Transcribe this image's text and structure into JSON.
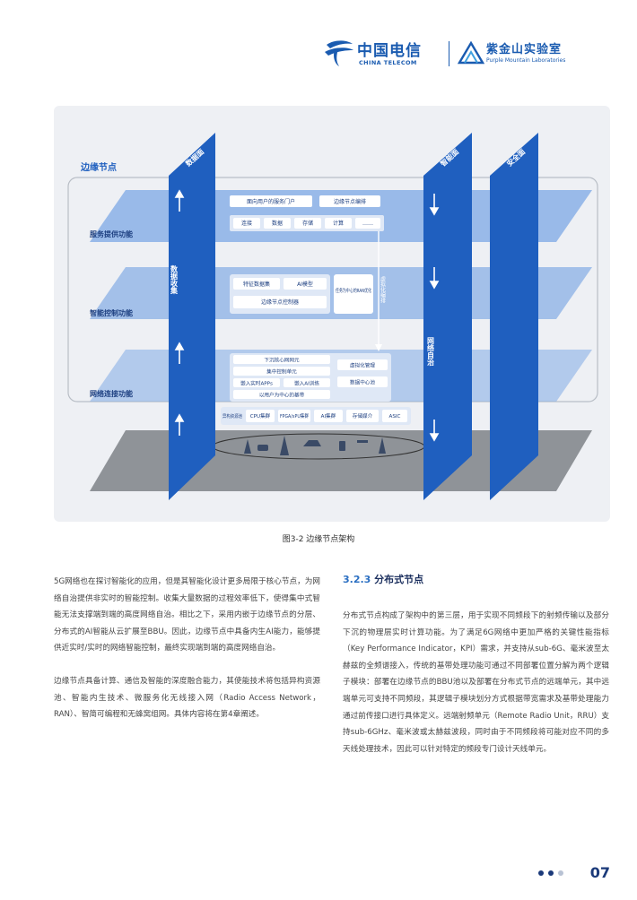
{
  "header": {
    "logo1_cn": "中国电信",
    "logo1_en": "CHINA TELECOM",
    "logo2_cn": "紫金山实验室",
    "logo2_en": "Purple Mountain Laboratories"
  },
  "figure": {
    "edge_node_label": "边缘节点",
    "layer_service": "服务提供功能",
    "layer_intel": "智能控制功能",
    "layer_network": "网络连接功能",
    "plane_data": "数据面",
    "plane_intel": "智能面",
    "plane_security": "安全面",
    "data_collect": "数据收集",
    "virt_orch": "虚拟化编排",
    "net_autonomy": "网络自治",
    "svc_portal": "面向用户的服务门户",
    "svc_orch": "边缘节点编排",
    "svc_items": [
      "连接",
      "数据",
      "存储",
      "计算",
      "……"
    ],
    "intel_feature_set": "特征数据集",
    "intel_ai_model": "AI模型",
    "intel_controller": "边缘节点控制器",
    "intel_ran": "任务为中心的RAN优化",
    "net_core_sink": "下沉核心网网元",
    "net_central_ctrl": "集中控制单元",
    "net_embed_app": "嵌入实时APPs",
    "net_embed_ai": "嵌入AI训练",
    "net_user_centric": "以用户为中心的基带",
    "net_virt_mgmt": "虚拟化管理",
    "net_dc_pool": "数据中心池",
    "hw_pool": "异构资源池",
    "hw_cpu": "CPU集群",
    "hw_fpga": "FPGA/xPU集群",
    "hw_ai": "AI集群",
    "hw_storage": "存储媒介",
    "hw_asic": "ASIC",
    "caption": "图3-2 边缘节点架构"
  },
  "body": {
    "left_p1": "5G网络也在探讨智能化的应用，但是其智能化设计更多局限于核心节点，为网络自治提供非实时的智能控制。收集大量数据的过程效率低下，使得集中式智能无法支撑端到端的高度网络自治。相比之下，采用内嵌于边缘节点的分层、分布式的AI智能从云扩展至BBU。因此，边缘节点中具备内生AI能力，能够提供近实时/实时的网络智能控制，最终实现端到端的高度网络自治。",
    "left_p2": "边缘节点具备计算、通信及智能的深度融合能力，其使能技术将包括异构资源池、智能内生技术、微服务化无线接入网（Radio Access Network，RAN）、智简可编程和无蜂窝组网。具体内容将在第4章阐述。",
    "sec_num": "3.2.3",
    "sec_title": "分布式节点",
    "right_p1": "分布式节点构成了架构中的第三层，用于实现不同频段下的射频传输以及部分下沉的物理层实时计算功能。为了满足6G网络中更加严格的关键性能指标（Key Performance Indicator，KPI）需求，并支持从sub-6G、毫米波至太赫兹的全频谱接入，传统的基带处理功能可通过不同部署位置分解为两个逻辑子模块：部署在边缘节点的BBU池以及部署在分布式节点的远端单元，其中远端单元可支持不同频段，其逻辑子模块划分方式根据带宽需求及基带处理能力通过前传接口进行具体定义。远端射频单元（Remote Radio Unit，RRU）支持sub-6GHz、毫米波或太赫兹波段，同时由于不同频段将可能对应不同的多天线处理技术，因此可以针对特定的频段专门设计天线单元。"
  },
  "footer": {
    "page_number": "07"
  },
  "colors": {
    "brand_blue": "#1a5bb0",
    "plane_blue": "#1f5fbf",
    "layer_blue": "#8ab0e6",
    "ground_gray": "#8f9398"
  }
}
